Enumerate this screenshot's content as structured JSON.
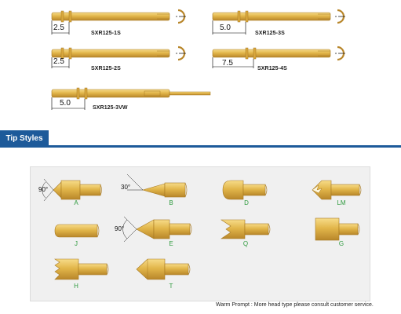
{
  "products": [
    {
      "code": "SXR125-1S",
      "dimension": "2.5"
    },
    {
      "code": "SXR125-3S",
      "dimension": "5.0"
    },
    {
      "code": "SXR125-2S",
      "dimension": "2.5"
    },
    {
      "code": "SXR125-4S",
      "dimension": "7.5"
    },
    {
      "code": "SXR125-3VW",
      "dimension": "5.0"
    }
  ],
  "section": {
    "title": "Tip Styles"
  },
  "tips": [
    {
      "letter": "A",
      "angle": "90°"
    },
    {
      "letter": "B",
      "angle": "30°"
    },
    {
      "letter": "D"
    },
    {
      "letter": "LM"
    },
    {
      "letter": "J"
    },
    {
      "letter": "E",
      "angle": "90°"
    },
    {
      "letter": "Q"
    },
    {
      "letter": "G"
    },
    {
      "letter": "H"
    },
    {
      "letter": "T"
    }
  ],
  "footer": {
    "warm_prompt": "Warm Prompt : More head type please consult customer service."
  },
  "colors": {
    "gold": "#e2b64a",
    "gold_dark": "#b8862a",
    "accent_blue": "#1d5a9a",
    "tip_label_green": "#2e9a3e"
  }
}
